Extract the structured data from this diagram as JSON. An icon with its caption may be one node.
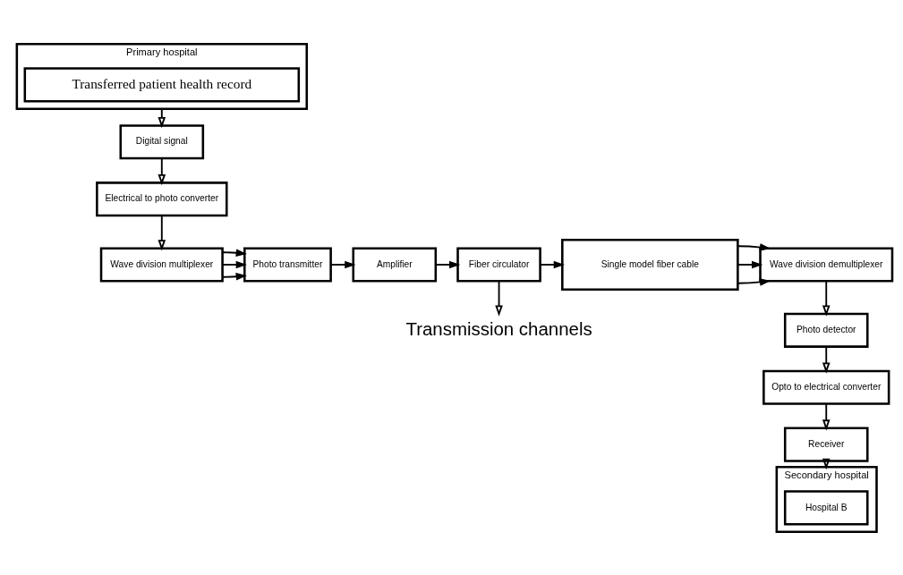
{
  "diagram": {
    "nodes": [
      {
        "text": [
          "Primary hospital"
        ]
      },
      {
        "text": [
          "Transferred patient health record"
        ],
        "in": 0
      },
      {
        "text": [
          "Digital signal"
        ]
      },
      {
        "text": [
          "Electrical to photo converter"
        ]
      },
      {
        "text": [
          "Wave division multiplexer"
        ]
      },
      {
        "text": [
          "Photo transmitter"
        ]
      },
      {
        "text": [
          "Amplifier"
        ]
      },
      {
        "text": [
          "Fiber circulator"
        ]
      },
      {
        "text": [
          "Single model fiber cable"
        ]
      },
      {
        "text": [
          "Wave division demultiplexer"
        ]
      },
      {
        "text": [
          "Photo detector"
        ]
      },
      {
        "text": [
          "Opto to electrical converter"
        ]
      },
      {
        "text": [
          "Receiver"
        ]
      },
      {
        "text": [
          "Secondary hospital"
        ]
      },
      {
        "text": [
          "Hospital B"
        ],
        "in": 13
      },
      {
        "text": [
          "Transmission channels"
        ]
      }
    ],
    "edges": [
      {
        "from": 0,
        "to": 2,
        "arrow": "to"
      },
      {
        "from": 2,
        "to": 3,
        "arrow": "to"
      },
      {
        "from": 3,
        "to": 4,
        "arrow": "to"
      },
      {
        "from": 4,
        "to": 5,
        "arrow": "to"
      },
      {
        "from": 4,
        "to": 5,
        "arrow": "to"
      },
      {
        "from": 4,
        "to": 5,
        "arrow": "to"
      },
      {
        "from": 5,
        "to": 6,
        "arrow": "to"
      },
      {
        "from": 6,
        "to": 7,
        "arrow": "to"
      },
      {
        "from": 7,
        "to": 8,
        "arrow": "to"
      },
      {
        "from": 7,
        "to": 15,
        "arrow": "to"
      },
      {
        "from": 8,
        "to": 9,
        "arrow": "to"
      },
      {
        "from": 8,
        "to": 9,
        "arrow": "to"
      },
      {
        "from": 8,
        "to": 9,
        "arrow": "to"
      },
      {
        "from": 9,
        "to": 10,
        "arrow": "to"
      },
      {
        "from": 10,
        "to": 11,
        "arrow": "to"
      },
      {
        "from": 11,
        "to": 12,
        "arrow": "to"
      },
      {
        "from": 12,
        "to": 13,
        "arrow": "to"
      }
    ]
  }
}
